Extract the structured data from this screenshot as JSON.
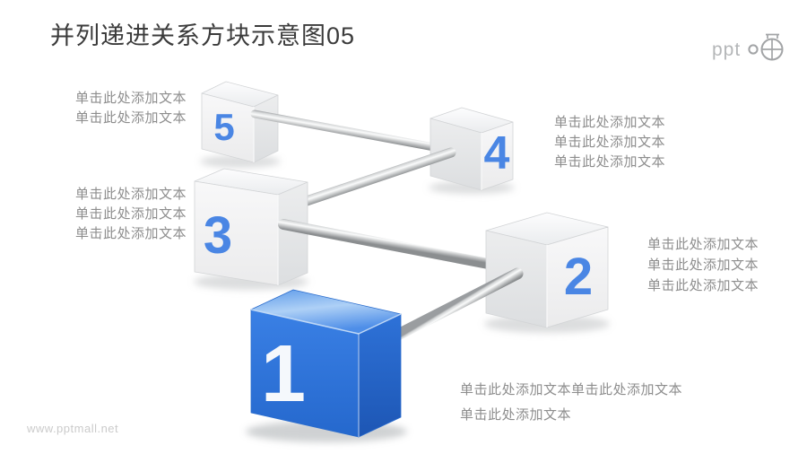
{
  "slide": {
    "title": "并列递进关系方块示意图05",
    "watermark": "www.pptmall.net",
    "logo": {
      "text": "ppt",
      "icon": "compass-circle-icon"
    }
  },
  "colors": {
    "accent_blue": "#4a86e4",
    "cube_blue": "#2f7ce2",
    "cube_white": "#f4f5f6",
    "caption_gray": "#8d8d8d",
    "title_gray": "#3b3b3b",
    "rod_metal_gray": "#c7c9ca",
    "watermark_gray": "#cbcbcb",
    "logo_gray": "#b0b2b4"
  },
  "diagram": {
    "type": "progressive-parallel-blocks",
    "placeholder": "单击此处添加文本",
    "nodes": [
      {
        "id": "1",
        "label": "1",
        "highlighted": true,
        "caption_lines": [
          "单击此处添加文本单击此处添加文本",
          "单击此处添加文本"
        ]
      },
      {
        "id": "2",
        "label": "2",
        "highlighted": false,
        "caption_lines": [
          "单击此处添加文本",
          "单击此处添加文本",
          "单击此处添加文本"
        ]
      },
      {
        "id": "3",
        "label": "3",
        "highlighted": false,
        "caption_lines": [
          "单击此处添加文本",
          "单击此处添加文本",
          "单击此处添加文本"
        ]
      },
      {
        "id": "4",
        "label": "4",
        "highlighted": false,
        "caption_lines": [
          "单击此处添加文本",
          "单击此处添加文本",
          "单击此处添加文本"
        ]
      },
      {
        "id": "5",
        "label": "5",
        "highlighted": false,
        "caption_lines": [
          "单击此处添加文本",
          "单击此处添加文本"
        ]
      }
    ],
    "connections": [
      {
        "from": "5",
        "to": "4"
      },
      {
        "from": "4",
        "to": "3"
      },
      {
        "from": "3",
        "to": "2"
      },
      {
        "from": "2",
        "to": "1"
      }
    ]
  }
}
